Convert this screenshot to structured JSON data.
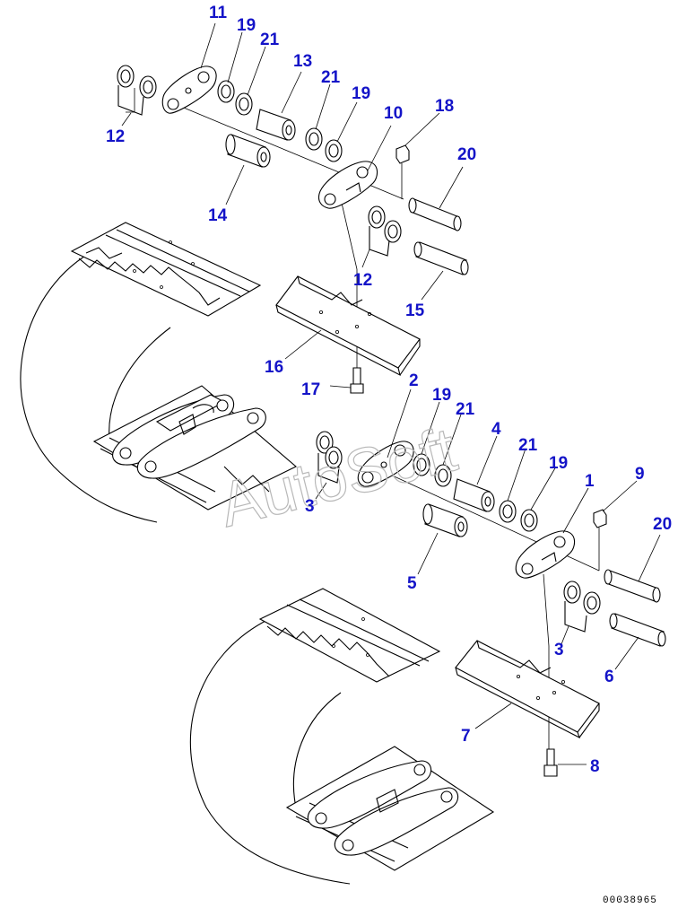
{
  "watermark": "AutoSoft",
  "drawing_number": "00038965",
  "callouts": {
    "c1": "1",
    "c2": "2",
    "c3a": "3",
    "c3b": "3",
    "c4": "4",
    "c5": "5",
    "c6": "6",
    "c7": "7",
    "c8": "8",
    "c9": "9",
    "c10": "10",
    "c11": "11",
    "c12a": "12",
    "c12b": "12",
    "c13": "13",
    "c14": "14",
    "c15": "15",
    "c16": "16",
    "c17": "17",
    "c18": "18",
    "c19a": "19",
    "c19b": "19",
    "c19c": "19",
    "c19d": "19",
    "c20a": "20",
    "c20b": "20",
    "c21a": "21",
    "c21b": "21",
    "c21c": "21",
    "c21d": "21"
  },
  "colors": {
    "callout": "#1414c8",
    "line": "#000000",
    "watermark": "#b8b8b8"
  }
}
